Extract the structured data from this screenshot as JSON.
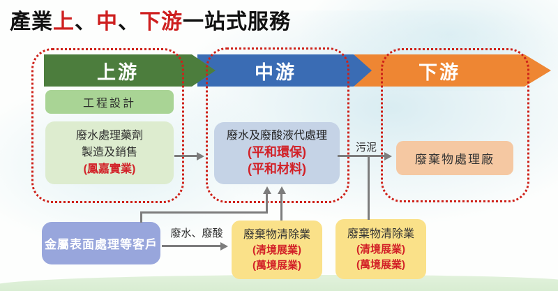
{
  "title": {
    "part_black_1": "產業",
    "part_red_1": "上",
    "part_sep_1": "、",
    "part_red_2": "中",
    "part_sep_2": "、",
    "part_red_3": "下游",
    "part_black_2": "一站式服務"
  },
  "colors": {
    "upstream_header": "#4C7D3D",
    "midstream_header": "#3A6CB4",
    "downstream_header": "#EE8633",
    "dotted_frame": "#CE2119",
    "arrow_gray": "#7C7C7C",
    "red_text": "#D22027",
    "engineering_box_bg": "#A9D495",
    "chemicals_box_bg": "#DDECCF",
    "treatment_box_bg": "#C5D3E6",
    "plant_box_bg": "#F5C8A2",
    "customers_box_bg": "#98A6DC",
    "removal_box_bg": "#FAE189"
  },
  "upstream": {
    "header": "上游",
    "engineering_box": "工程設計",
    "chemicals_box": {
      "line1": "廢水處理藥劑",
      "line2": "製造及銷售",
      "company": "(鳳嘉實業)"
    }
  },
  "midstream": {
    "header": "中游",
    "treatment_box": {
      "line1": "廢水及廢酸液代處理",
      "company1": "(平和環保)",
      "company2": "(平和材料)"
    }
  },
  "downstream": {
    "header": "下游",
    "plant_box": "廢棄物處理廠"
  },
  "bottom": {
    "customers_box": "金屬表面處理等客戶",
    "removal_box_left": {
      "line1": "廢棄物清除業",
      "company1": "(清境展業)",
      "company2": "(萬境展業)"
    },
    "removal_box_right": {
      "line1": "廢棄物清除業",
      "company1": "(清境展業)",
      "company2": "(萬境展業)"
    }
  },
  "flow_labels": {
    "wastewater_acid": "廢水、廢酸",
    "sludge": "污泥"
  }
}
